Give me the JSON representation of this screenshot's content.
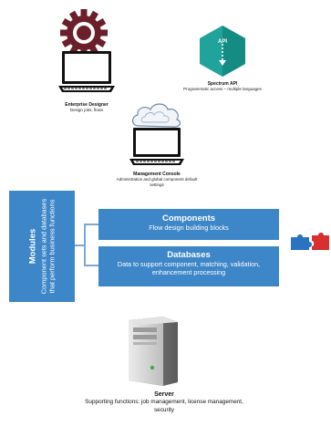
{
  "enterprise_designer": {
    "title": "Enterprise Designer",
    "subtitle": "Design jobs, flows",
    "icon": "gear-icon"
  },
  "spectrum_api": {
    "badge": "API",
    "title": "Spectrum API",
    "subtitle": "Programmatic access – multiple languages",
    "icon": "api-hexagon-icon"
  },
  "management_console": {
    "title": "Management Console",
    "subtitle": "Administration and global component default settings",
    "icon": "cloud-icon"
  },
  "modules": {
    "title": "Modules",
    "description": "Component sets and databases that perform business functions"
  },
  "components": {
    "title": "Components",
    "description": "Flow design building blocks"
  },
  "databases": {
    "title": "Databases",
    "description": "Data to support component, matching, validation, enhancement processing"
  },
  "server": {
    "title": "Server",
    "description": "Supporting functions: job management, license management, security",
    "icon": "server-tower-icon"
  },
  "colors": {
    "module_blue": "#3d86c8",
    "gear_maroon": "#6b1f2a",
    "api_teal": "#1fa39a",
    "puzzle_blue": "#2a73c0",
    "puzzle_red": "#d8302e"
  }
}
